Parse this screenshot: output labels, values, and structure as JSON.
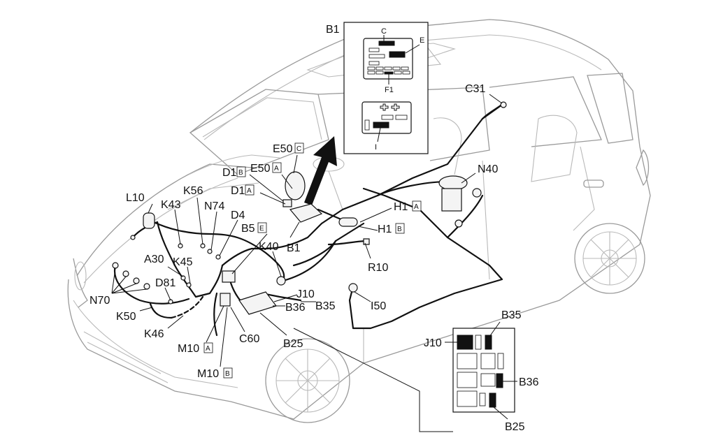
{
  "labels": {
    "B1_top": "B1",
    "C": "C",
    "E": "E",
    "F1": "F1",
    "I": "I",
    "C31": "C31",
    "N40": "N40",
    "E50C": "E50",
    "E50A": "E50",
    "D1B": "D1",
    "D1A": "D1",
    "K56": "K56",
    "L10": "L10",
    "K43": "K43",
    "N74": "N74",
    "D4": "D4",
    "H1A": "H1",
    "H1B": "H1",
    "B5E": "B5",
    "K40": "K40",
    "B1": "B1",
    "R10": "R10",
    "A30": "A30",
    "K45": "K45",
    "D81": "D81",
    "J10": "J10",
    "B35": "B35",
    "B36": "B36",
    "I50": "I50",
    "N70": "N70",
    "K50": "K50",
    "K46": "K46",
    "C60": "C60",
    "B25": "B25",
    "M10A": "M10",
    "M10B": "M10",
    "J10_inset": "J10",
    "B35_inset": "B35",
    "B36_inset": "B36",
    "B25_inset": "B25"
  },
  "boxed_suffix": {
    "C": "C",
    "A": "A",
    "B": "B",
    "E": "E"
  }
}
